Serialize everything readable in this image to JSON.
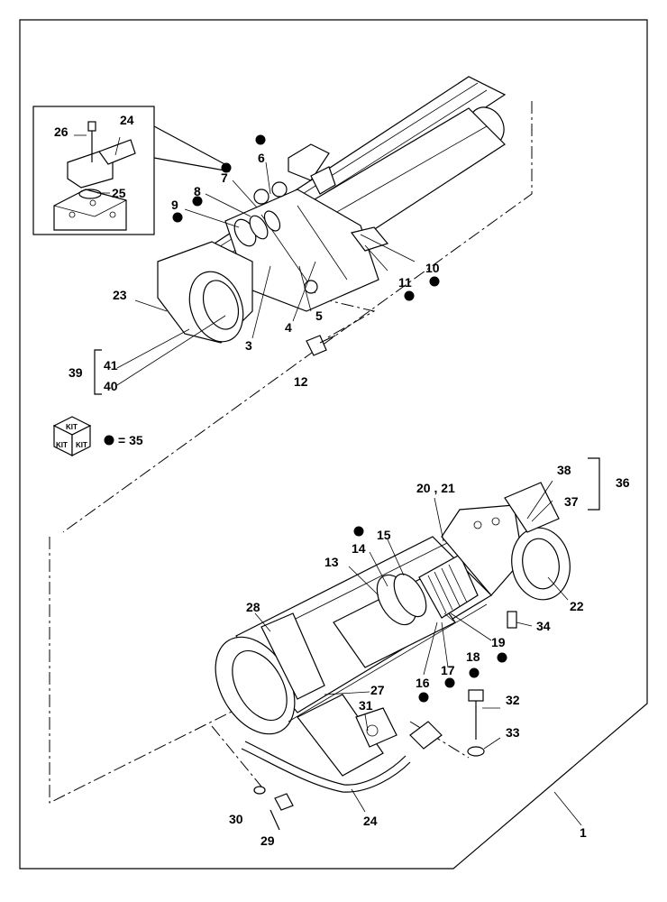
{
  "labels": {
    "n1": "1",
    "n3": "3",
    "n4": "4",
    "n5": "5",
    "n6": "6",
    "n7": "7",
    "n8": "8",
    "n9": "9",
    "n10": "10",
    "n11": "11",
    "n12": "12",
    "n13": "13",
    "n14": "14",
    "n15": "15",
    "n16": "16",
    "n17": "17",
    "n18": "18",
    "n19": "19",
    "n20_21": "20 , 21",
    "n22": "22",
    "n23": "23",
    "n24a": "24",
    "n24b": "24",
    "n25": "25",
    "n26": "26",
    "n27": "27",
    "n28": "28",
    "n29": "29",
    "n30": "30",
    "n31": "31",
    "n32": "32",
    "n33": "33",
    "n34": "34",
    "n36": "36",
    "n37": "37",
    "n38": "38",
    "n39": "39",
    "n40": "40",
    "n41": "41"
  },
  "legend": {
    "kit_text": "KIT",
    "equals_text": "= 35"
  }
}
